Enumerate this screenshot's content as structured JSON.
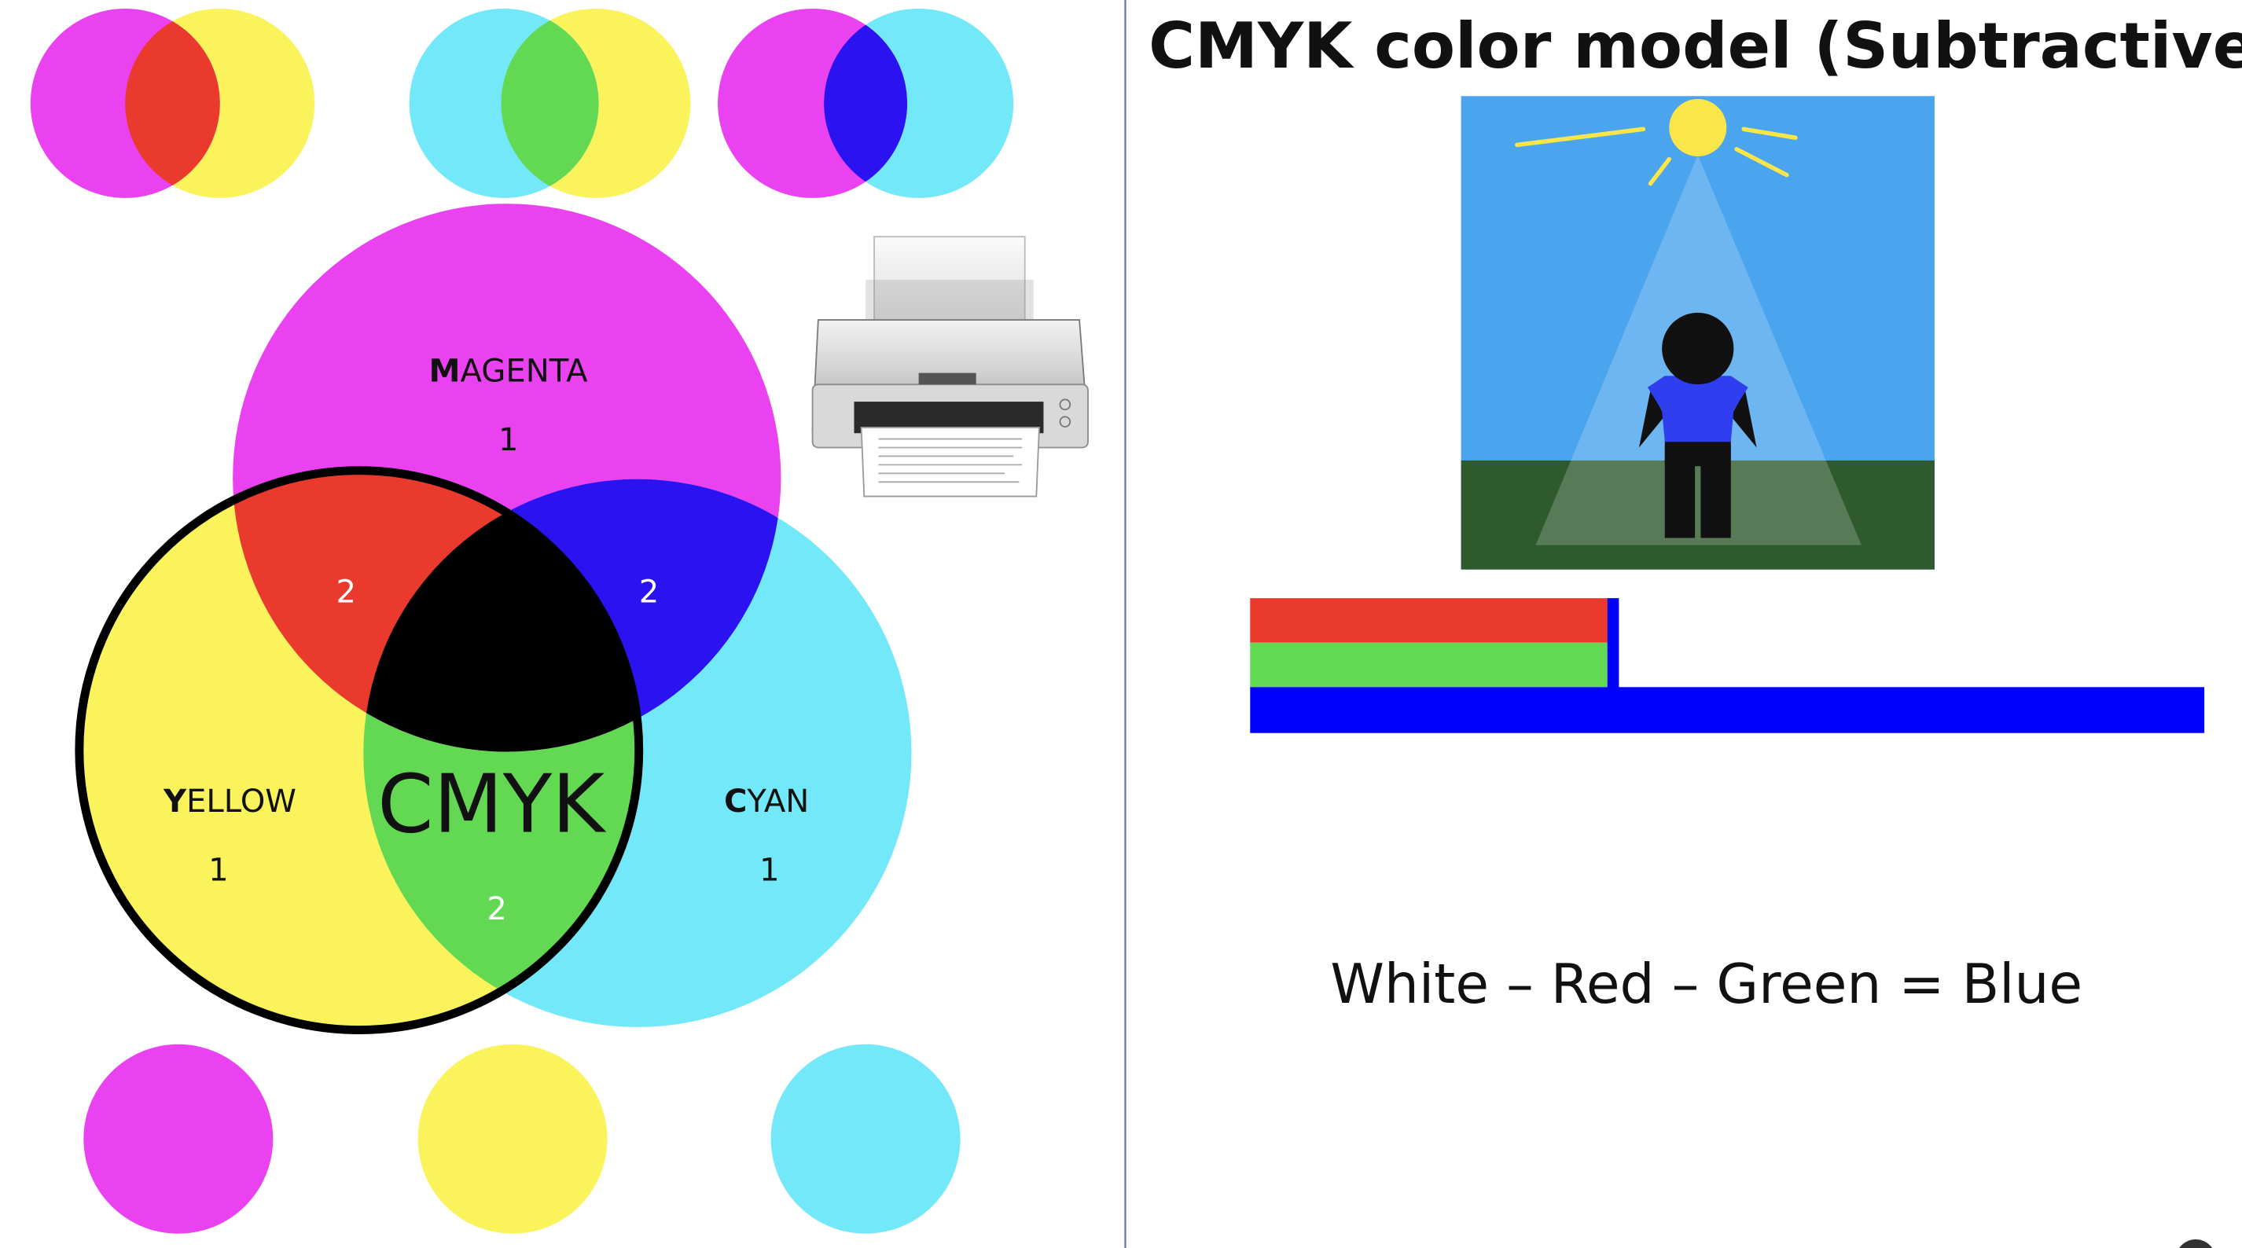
{
  "title": "CMYK color model (Subtractive)",
  "equation": "White – Red – Green = Blue",
  "colors": {
    "magenta": "#ea41f1",
    "yellow": "#fbf35c",
    "cyan": "#72e8f9",
    "red": "#ea3a2d",
    "green": "#63d853",
    "blue": "#2b12f0",
    "black": "#000000",
    "sky": "#4aa4ee",
    "grass": "#2f5a2e",
    "sun": "#fbe64a",
    "shirt": "#2f3ff0",
    "bar_red": "#ea3a2d",
    "bar_green": "#63d853",
    "bar_blue": "#0000ff"
  },
  "venn": {
    "magenta": {
      "initial": "M",
      "rest": "AGENTA",
      "count": "1"
    },
    "yellow": {
      "initial": "Y",
      "rest": "ELLOW",
      "count": "1"
    },
    "cyan": {
      "initial": "C",
      "rest": "YAN",
      "count": "1"
    },
    "red_count": "2",
    "blue_count": "2",
    "green_count": "2",
    "center_label": "CMYK"
  },
  "icons": {
    "printer": "printer-icon",
    "scene": "person-under-sunlight-illustration"
  }
}
